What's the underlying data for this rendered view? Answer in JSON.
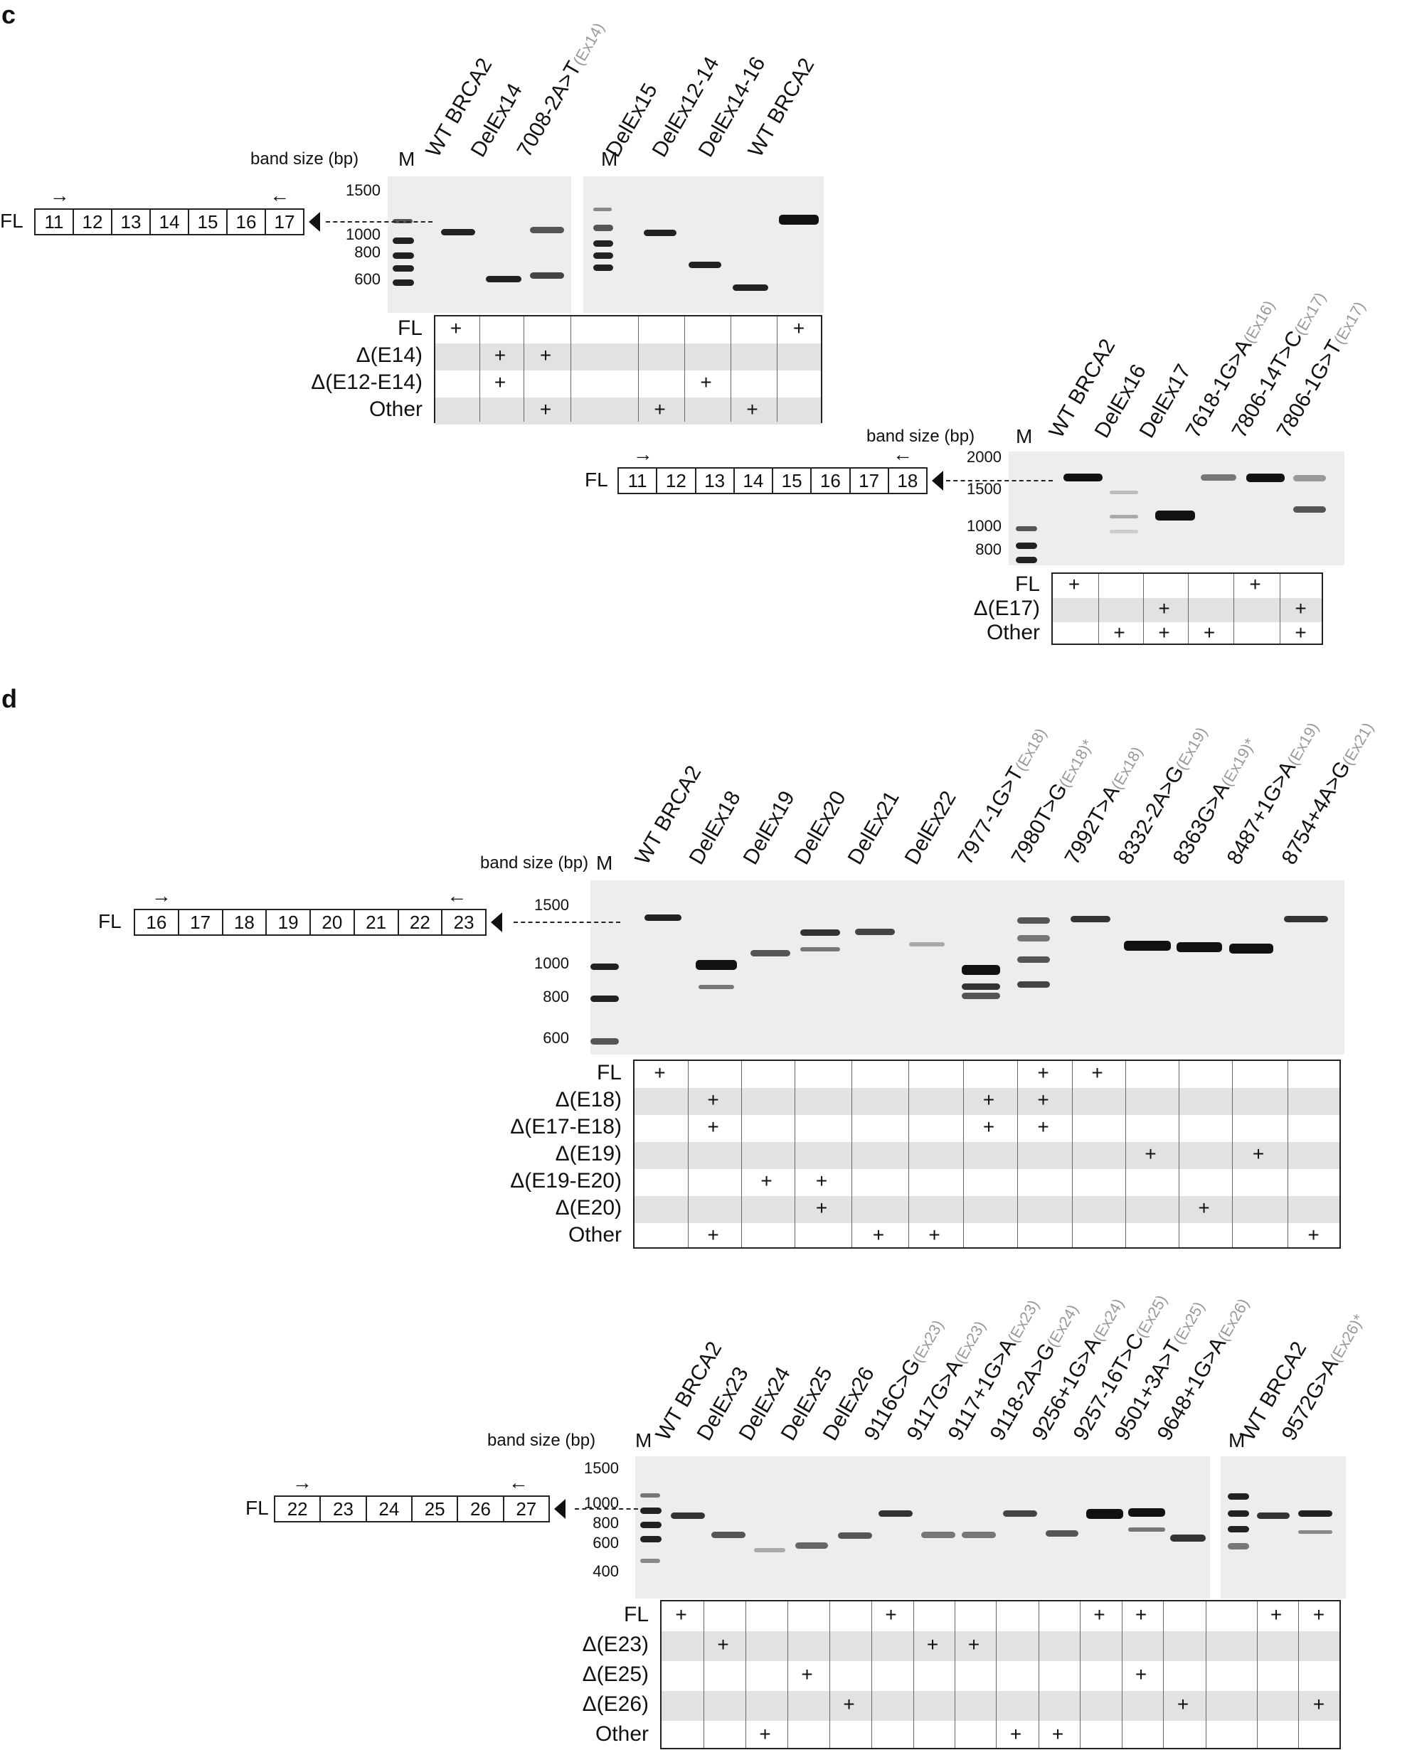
{
  "panels": {
    "c": "c",
    "d": "d"
  },
  "common": {
    "band_size": "band size (bp)",
    "marker": "M",
    "fl": "FL",
    "fwd": "→",
    "rev": "←"
  },
  "c1": {
    "lanes_left": [
      {
        "t": "WT BRCA2",
        "s": ""
      },
      {
        "t": "DelEx14",
        "s": ""
      },
      {
        "t": "7008-2A>T",
        "s": "(Ex14)"
      }
    ],
    "lanes_right": [
      {
        "t": "DelEx15",
        "s": ""
      },
      {
        "t": "DelEx12-14",
        "s": ""
      },
      {
        "t": "DelEx14-16",
        "s": ""
      },
      {
        "t": "WT BRCA2",
        "s": ""
      }
    ],
    "ticks": [
      "1500",
      "1000",
      "800",
      "600"
    ],
    "exons": [
      "11",
      "12",
      "13",
      "14",
      "15",
      "16",
      "17"
    ],
    "rows": [
      "FL",
      "Δ(E14)",
      "Δ(E12-E14)",
      "Other"
    ],
    "plus": [
      [
        0,
        0
      ],
      [
        1,
        1
      ],
      [
        1,
        2
      ],
      [
        2,
        1
      ],
      [
        2,
        5
      ],
      [
        3,
        2
      ],
      [
        3,
        4
      ],
      [
        3,
        6
      ],
      [
        0,
        7
      ]
    ]
  },
  "c2": {
    "lanes": [
      {
        "t": "WT  BRCA2",
        "s": ""
      },
      {
        "t": "DelEx16",
        "s": ""
      },
      {
        "t": "DelEx17",
        "s": ""
      },
      {
        "t": "7618-1G>A",
        "s": "(Ex16)"
      },
      {
        "t": "7806-14T>C",
        "s": "(Ex17)"
      },
      {
        "t": "7806-1G>T",
        "s": "(Ex17)"
      }
    ],
    "ticks": [
      "2000",
      "1500",
      "1000",
      "800"
    ],
    "exons": [
      "11",
      "12",
      "13",
      "14",
      "15",
      "16",
      "17",
      "18"
    ],
    "rows": [
      "FL",
      "Δ(E17)",
      "Other"
    ],
    "plus": [
      [
        0,
        0
      ],
      [
        0,
        4
      ],
      [
        1,
        2
      ],
      [
        1,
        5
      ],
      [
        2,
        1
      ],
      [
        2,
        2
      ],
      [
        2,
        3
      ],
      [
        2,
        5
      ]
    ]
  },
  "d1": {
    "lanes": [
      {
        "t": "WT BRCA2",
        "s": ""
      },
      {
        "t": "DelEx18",
        "s": ""
      },
      {
        "t": "DelEx19",
        "s": ""
      },
      {
        "t": "DelEx20",
        "s": ""
      },
      {
        "t": "DelEx21",
        "s": ""
      },
      {
        "t": "DelEx22",
        "s": ""
      },
      {
        "t": "7977-1G>T",
        "s": "(Ex18)"
      },
      {
        "t": "7980T>G",
        "s": "(Ex18)*"
      },
      {
        "t": "7992T>A",
        "s": "(Ex18)"
      },
      {
        "t": "8332-2A>G",
        "s": "(Ex19)"
      },
      {
        "t": "8363G>A",
        "s": "(Ex19)*"
      },
      {
        "t": "8487+1G>A",
        "s": "(Ex19)"
      },
      {
        "t": "8754+4A>G",
        "s": "(Ex21)"
      }
    ],
    "ticks": [
      "1500",
      "1000",
      "800",
      "600"
    ],
    "exons": [
      "16",
      "17",
      "18",
      "19",
      "20",
      "21",
      "22",
      "23"
    ],
    "rows": [
      "FL",
      "Δ(E18)",
      "Δ(E17-E18)",
      "Δ(E19)",
      "Δ(E19-E20)",
      "Δ(E20)",
      "Other"
    ],
    "plus": [
      [
        0,
        0
      ],
      [
        0,
        7
      ],
      [
        0,
        8
      ],
      [
        1,
        1
      ],
      [
        1,
        6
      ],
      [
        1,
        7
      ],
      [
        2,
        1
      ],
      [
        2,
        6
      ],
      [
        2,
        7
      ],
      [
        3,
        9
      ],
      [
        3,
        11
      ],
      [
        4,
        2
      ],
      [
        4,
        3
      ],
      [
        5,
        3
      ],
      [
        5,
        10
      ],
      [
        6,
        1
      ],
      [
        6,
        4
      ],
      [
        6,
        5
      ],
      [
        6,
        12
      ]
    ]
  },
  "d2": {
    "lanes": [
      {
        "t": "WT  BRCA2",
        "s": ""
      },
      {
        "t": "DelEx23",
        "s": ""
      },
      {
        "t": "DelEx24",
        "s": ""
      },
      {
        "t": "DelEx25",
        "s": ""
      },
      {
        "t": "DelEx26",
        "s": ""
      },
      {
        "t": "9116C>G",
        "s": "(Ex23)"
      },
      {
        "t": "9117G>A",
        "s": "(Ex23)"
      },
      {
        "t": "9117+1G>A",
        "s": "(Ex23)"
      },
      {
        "t": "9118-2A>G",
        "s": "(Ex24)"
      },
      {
        "t": "9256+1G>A",
        "s": "(Ex24)"
      },
      {
        "t": "9257-16T>C",
        "s": "(Ex25)"
      },
      {
        "t": "9501+3A>T",
        "s": "(Ex25)"
      },
      {
        "t": "9648+1G>A",
        "s": "(Ex26)"
      },
      {
        "t": "WT BRCA2",
        "s": ""
      },
      {
        "t": "9572G>A",
        "s": "(Ex26)*"
      }
    ],
    "ticks": [
      "1500",
      "1000",
      "800",
      "600",
      "400"
    ],
    "exons": [
      "22",
      "23",
      "24",
      "25",
      "26",
      "27"
    ],
    "rows": [
      "FL",
      "Δ(E23)",
      "Δ(E25)",
      "Δ(E26)",
      "Other"
    ],
    "plus": [
      [
        0,
        0
      ],
      [
        0,
        5
      ],
      [
        0,
        10
      ],
      [
        0,
        11
      ],
      [
        0,
        14
      ],
      [
        0,
        15
      ],
      [
        1,
        1
      ],
      [
        1,
        6
      ],
      [
        1,
        7
      ],
      [
        2,
        3
      ],
      [
        2,
        11
      ],
      [
        3,
        4
      ],
      [
        3,
        12
      ],
      [
        3,
        15
      ],
      [
        4,
        2
      ],
      [
        4,
        8
      ],
      [
        4,
        9
      ]
    ]
  }
}
